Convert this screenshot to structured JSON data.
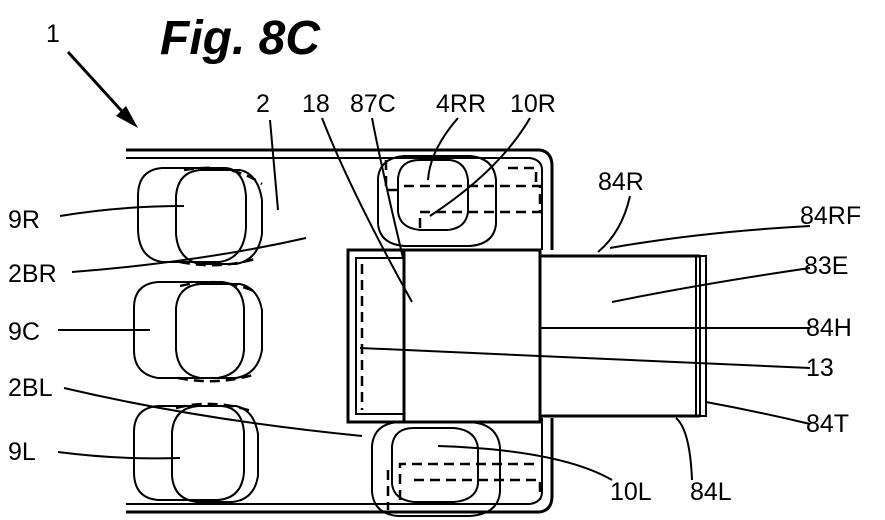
{
  "figure": {
    "title": "Fig. 8C",
    "labels": {
      "ref_1": "1",
      "ref_2": "2",
      "ref_18": "18",
      "ref_87C": "87C",
      "ref_4RR": "4RR",
      "ref_10R": "10R",
      "ref_84R": "84R",
      "ref_84RF": "84RF",
      "ref_83E": "83E",
      "ref_84H": "84H",
      "ref_13": "13",
      "ref_84T": "84T",
      "ref_84L": "84L",
      "ref_10L": "10L",
      "ref_9R": "9R",
      "ref_2BR": "2BR",
      "ref_9C": "9C",
      "ref_2BL": "2BL",
      "ref_9L": "9L"
    }
  }
}
